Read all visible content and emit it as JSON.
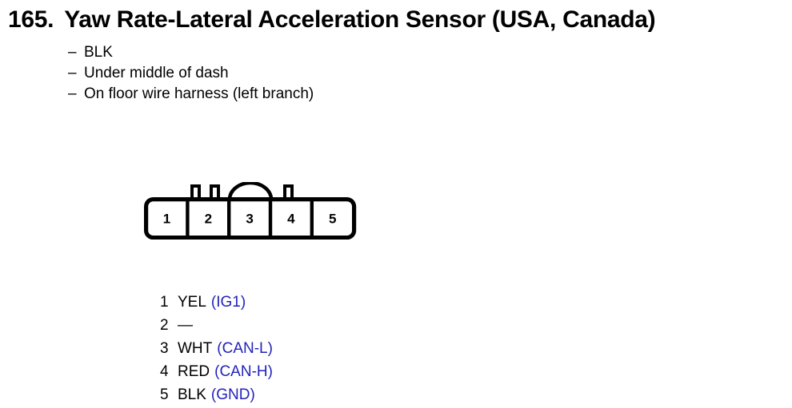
{
  "page": {
    "section_number": "165.",
    "title": "Yaw Rate-Lateral Acceleration Sensor (USA, Canada)"
  },
  "details": {
    "dash": "–",
    "items": [
      "BLK",
      "Under middle of dash",
      "On floor wire harness (left branch)"
    ]
  },
  "connector": {
    "cells": [
      "1",
      "2",
      "3",
      "4",
      "5"
    ],
    "outline_color": "#000000"
  },
  "pinout": {
    "signal_color": "#2222bb",
    "rows": [
      {
        "pin": "1",
        "wire": "YEL",
        "signal": "(IG1)"
      },
      {
        "pin": "2",
        "wire": "—",
        "signal": ""
      },
      {
        "pin": "3",
        "wire": "WHT",
        "signal": "(CAN-L)"
      },
      {
        "pin": "4",
        "wire": "RED",
        "signal": "(CAN-H)"
      },
      {
        "pin": "5",
        "wire": "BLK",
        "signal": "(GND)"
      }
    ]
  }
}
